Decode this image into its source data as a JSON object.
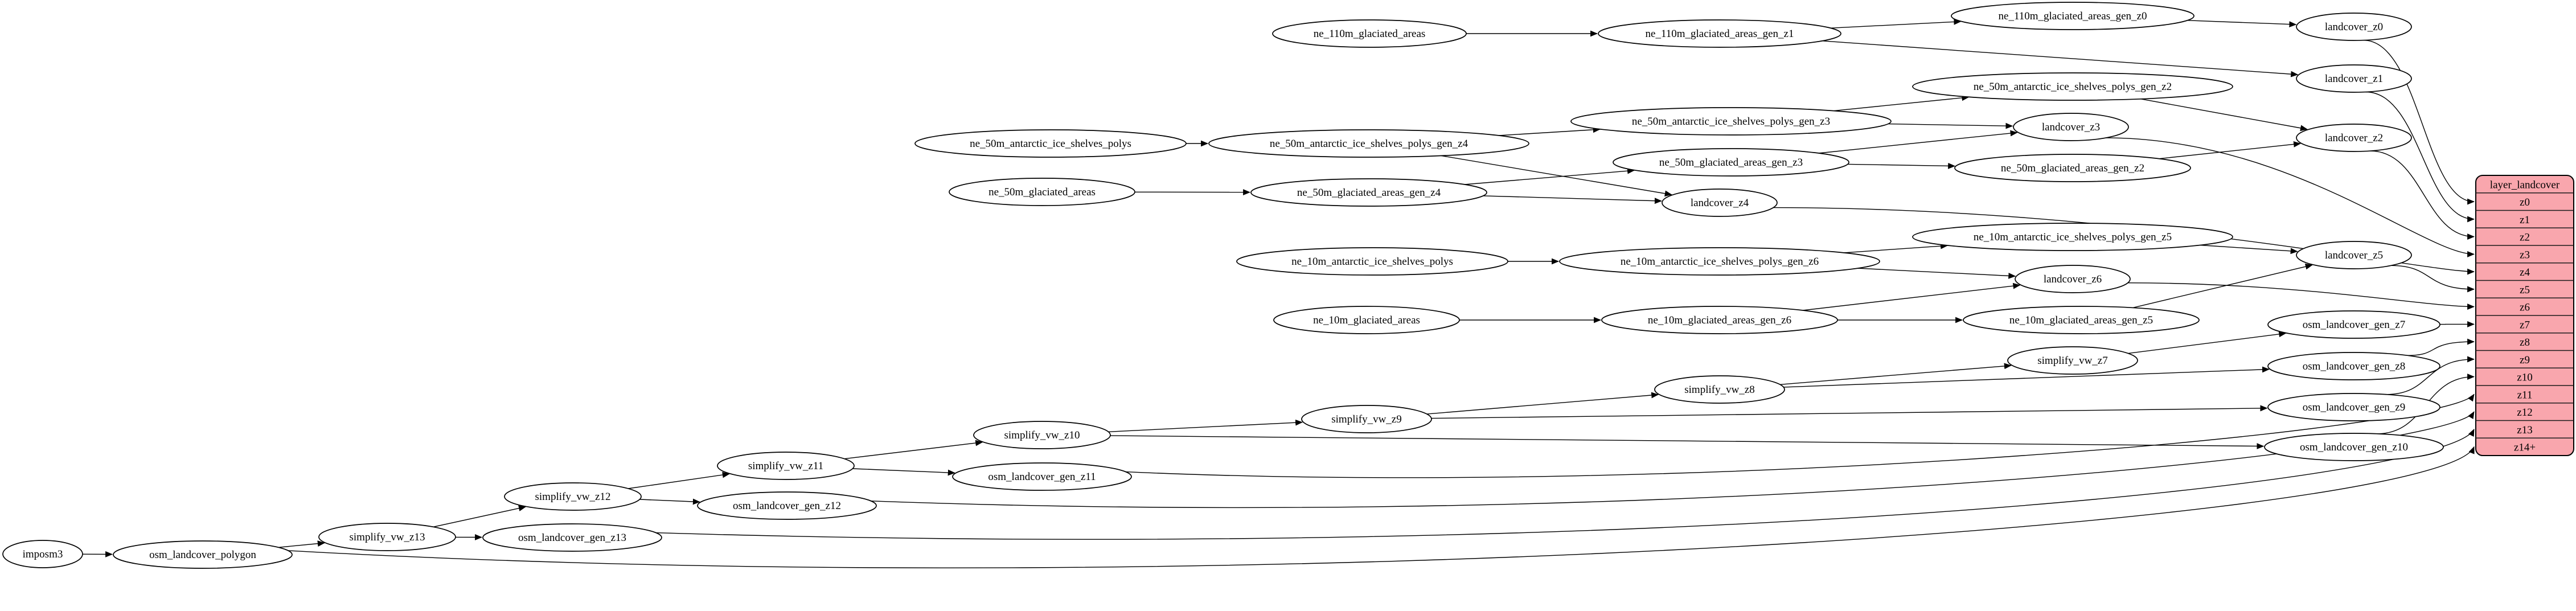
{
  "diagram": {
    "background": "#ffffff",
    "node_fill": "#ffffff",
    "node_stroke": "#000000",
    "edge_color": "#000000",
    "text_color": "#000000",
    "nodes": {
      "imposm3": {
        "label": "imposm3"
      },
      "osm_landcover_polygon": {
        "label": "osm_landcover_polygon"
      },
      "simplify_vw_z13": {
        "label": "simplify_vw_z13"
      },
      "osm_landcover_gen_z13": {
        "label": "osm_landcover_gen_z13"
      },
      "simplify_vw_z12": {
        "label": "simplify_vw_z12"
      },
      "osm_landcover_gen_z12": {
        "label": "osm_landcover_gen_z12"
      },
      "simplify_vw_z11": {
        "label": "simplify_vw_z11"
      },
      "osm_landcover_gen_z11": {
        "label": "osm_landcover_gen_z11"
      },
      "simplify_vw_z10": {
        "label": "simplify_vw_z10"
      },
      "osm_landcover_gen_z10": {
        "label": "osm_landcover_gen_z10"
      },
      "simplify_vw_z9": {
        "label": "simplify_vw_z9"
      },
      "osm_landcover_gen_z9": {
        "label": "osm_landcover_gen_z9"
      },
      "simplify_vw_z8": {
        "label": "simplify_vw_z8"
      },
      "osm_landcover_gen_z8": {
        "label": "osm_landcover_gen_z8"
      },
      "simplify_vw_z7": {
        "label": "simplify_vw_z7"
      },
      "osm_landcover_gen_z7": {
        "label": "osm_landcover_gen_z7"
      },
      "ne_110m_glaciated_areas": {
        "label": "ne_110m_glaciated_areas"
      },
      "ne_110m_glaciated_areas_gen_z1": {
        "label": "ne_110m_glaciated_areas_gen_z1"
      },
      "ne_110m_glaciated_areas_gen_z0": {
        "label": "ne_110m_glaciated_areas_gen_z0"
      },
      "landcover_z0": {
        "label": "landcover_z0"
      },
      "landcover_z1": {
        "label": "landcover_z1"
      },
      "ne_50m_antarctic_ice_shelves_polys": {
        "label": "ne_50m_antarctic_ice_shelves_polys"
      },
      "ne_50m_antarctic_ice_shelves_polys_gen_z4": {
        "label": "ne_50m_antarctic_ice_shelves_polys_gen_z4"
      },
      "ne_50m_antarctic_ice_shelves_polys_gen_z3": {
        "label": "ne_50m_antarctic_ice_shelves_polys_gen_z3"
      },
      "ne_50m_antarctic_ice_shelves_polys_gen_z2": {
        "label": "ne_50m_antarctic_ice_shelves_polys_gen_z2"
      },
      "landcover_z2": {
        "label": "landcover_z2"
      },
      "landcover_z3": {
        "label": "landcover_z3"
      },
      "ne_50m_glaciated_areas": {
        "label": "ne_50m_glaciated_areas"
      },
      "ne_50m_glaciated_areas_gen_z4": {
        "label": "ne_50m_glaciated_areas_gen_z4"
      },
      "ne_50m_glaciated_areas_gen_z3": {
        "label": "ne_50m_glaciated_areas_gen_z3"
      },
      "ne_50m_glaciated_areas_gen_z2": {
        "label": "ne_50m_glaciated_areas_gen_z2"
      },
      "landcover_z4": {
        "label": "landcover_z4"
      },
      "ne_10m_antarctic_ice_shelves_polys": {
        "label": "ne_10m_antarctic_ice_shelves_polys"
      },
      "ne_10m_antarctic_ice_shelves_polys_gen_z6": {
        "label": "ne_10m_antarctic_ice_shelves_polys_gen_z6"
      },
      "ne_10m_antarctic_ice_shelves_polys_gen_z5": {
        "label": "ne_10m_antarctic_ice_shelves_polys_gen_z5"
      },
      "landcover_z5": {
        "label": "landcover_z5"
      },
      "ne_10m_glaciated_areas": {
        "label": "ne_10m_glaciated_areas"
      },
      "ne_10m_glaciated_areas_gen_z6": {
        "label": "ne_10m_glaciated_areas_gen_z6"
      },
      "ne_10m_glaciated_areas_gen_z5": {
        "label": "ne_10m_glaciated_areas_gen_z5"
      },
      "landcover_z6": {
        "label": "landcover_z6"
      }
    },
    "edges": [
      {
        "from": "imposm3",
        "to": "osm_landcover_polygon"
      },
      {
        "from": "osm_landcover_polygon",
        "to": "simplify_vw_z13"
      },
      {
        "from": "osm_landcover_polygon",
        "to": "table.z14+"
      },
      {
        "from": "simplify_vw_z13",
        "to": "simplify_vw_z12"
      },
      {
        "from": "simplify_vw_z13",
        "to": "osm_landcover_gen_z13"
      },
      {
        "from": "osm_landcover_gen_z13",
        "to": "table.z13"
      },
      {
        "from": "simplify_vw_z12",
        "to": "simplify_vw_z11"
      },
      {
        "from": "simplify_vw_z12",
        "to": "osm_landcover_gen_z12"
      },
      {
        "from": "osm_landcover_gen_z12",
        "to": "table.z12"
      },
      {
        "from": "simplify_vw_z11",
        "to": "simplify_vw_z10"
      },
      {
        "from": "simplify_vw_z11",
        "to": "osm_landcover_gen_z11"
      },
      {
        "from": "osm_landcover_gen_z11",
        "to": "table.z11"
      },
      {
        "from": "simplify_vw_z10",
        "to": "simplify_vw_z9"
      },
      {
        "from": "simplify_vw_z10",
        "to": "osm_landcover_gen_z10"
      },
      {
        "from": "osm_landcover_gen_z10",
        "to": "table.z10"
      },
      {
        "from": "simplify_vw_z9",
        "to": "simplify_vw_z8"
      },
      {
        "from": "simplify_vw_z9",
        "to": "osm_landcover_gen_z9"
      },
      {
        "from": "osm_landcover_gen_z9",
        "to": "table.z9"
      },
      {
        "from": "simplify_vw_z8",
        "to": "simplify_vw_z7"
      },
      {
        "from": "simplify_vw_z8",
        "to": "osm_landcover_gen_z8"
      },
      {
        "from": "osm_landcover_gen_z8",
        "to": "table.z8"
      },
      {
        "from": "simplify_vw_z7",
        "to": "osm_landcover_gen_z7"
      },
      {
        "from": "osm_landcover_gen_z7",
        "to": "table.z7"
      },
      {
        "from": "ne_110m_glaciated_areas",
        "to": "ne_110m_glaciated_areas_gen_z1"
      },
      {
        "from": "ne_110m_glaciated_areas_gen_z1",
        "to": "ne_110m_glaciated_areas_gen_z0"
      },
      {
        "from": "ne_110m_glaciated_areas_gen_z1",
        "to": "landcover_z1"
      },
      {
        "from": "ne_110m_glaciated_areas_gen_z0",
        "to": "landcover_z0"
      },
      {
        "from": "landcover_z0",
        "to": "table.z0"
      },
      {
        "from": "landcover_z1",
        "to": "table.z1"
      },
      {
        "from": "ne_50m_antarctic_ice_shelves_polys",
        "to": "ne_50m_antarctic_ice_shelves_polys_gen_z4"
      },
      {
        "from": "ne_50m_antarctic_ice_shelves_polys_gen_z4",
        "to": "ne_50m_antarctic_ice_shelves_polys_gen_z3"
      },
      {
        "from": "ne_50m_antarctic_ice_shelves_polys_gen_z4",
        "to": "landcover_z4"
      },
      {
        "from": "ne_50m_antarctic_ice_shelves_polys_gen_z3",
        "to": "ne_50m_antarctic_ice_shelves_polys_gen_z2"
      },
      {
        "from": "ne_50m_antarctic_ice_shelves_polys_gen_z3",
        "to": "landcover_z3"
      },
      {
        "from": "ne_50m_antarctic_ice_shelves_polys_gen_z2",
        "to": "landcover_z2"
      },
      {
        "from": "ne_50m_glaciated_areas",
        "to": "ne_50m_glaciated_areas_gen_z4"
      },
      {
        "from": "ne_50m_glaciated_areas_gen_z4",
        "to": "ne_50m_glaciated_areas_gen_z3"
      },
      {
        "from": "ne_50m_glaciated_areas_gen_z4",
        "to": "landcover_z4"
      },
      {
        "from": "ne_50m_glaciated_areas_gen_z3",
        "to": "ne_50m_glaciated_areas_gen_z2"
      },
      {
        "from": "ne_50m_glaciated_areas_gen_z3",
        "to": "landcover_z3"
      },
      {
        "from": "ne_50m_glaciated_areas_gen_z2",
        "to": "landcover_z2"
      },
      {
        "from": "landcover_z2",
        "to": "table.z2"
      },
      {
        "from": "landcover_z3",
        "to": "table.z3"
      },
      {
        "from": "landcover_z4",
        "to": "table.z4"
      },
      {
        "from": "ne_10m_antarctic_ice_shelves_polys",
        "to": "ne_10m_antarctic_ice_shelves_polys_gen_z6"
      },
      {
        "from": "ne_10m_antarctic_ice_shelves_polys_gen_z6",
        "to": "ne_10m_antarctic_ice_shelves_polys_gen_z5"
      },
      {
        "from": "ne_10m_antarctic_ice_shelves_polys_gen_z6",
        "to": "landcover_z6"
      },
      {
        "from": "ne_10m_antarctic_ice_shelves_polys_gen_z5",
        "to": "landcover_z5"
      },
      {
        "from": "ne_10m_glaciated_areas",
        "to": "ne_10m_glaciated_areas_gen_z6"
      },
      {
        "from": "ne_10m_glaciated_areas_gen_z6",
        "to": "ne_10m_glaciated_areas_gen_z5"
      },
      {
        "from": "ne_10m_glaciated_areas_gen_z6",
        "to": "landcover_z6"
      },
      {
        "from": "ne_10m_glaciated_areas_gen_z5",
        "to": "landcover_z5"
      },
      {
        "from": "landcover_z5",
        "to": "table.z5"
      },
      {
        "from": "landcover_z6",
        "to": "table.z6"
      }
    ],
    "table": {
      "title": "layer_landcover",
      "rows": [
        "z0",
        "z1",
        "z2",
        "z3",
        "z4",
        "z5",
        "z6",
        "z7",
        "z8",
        "z9",
        "z10",
        "z11",
        "z12",
        "z13",
        "z14+"
      ],
      "fill": "#f9a6ad",
      "stroke": "#000000"
    }
  }
}
